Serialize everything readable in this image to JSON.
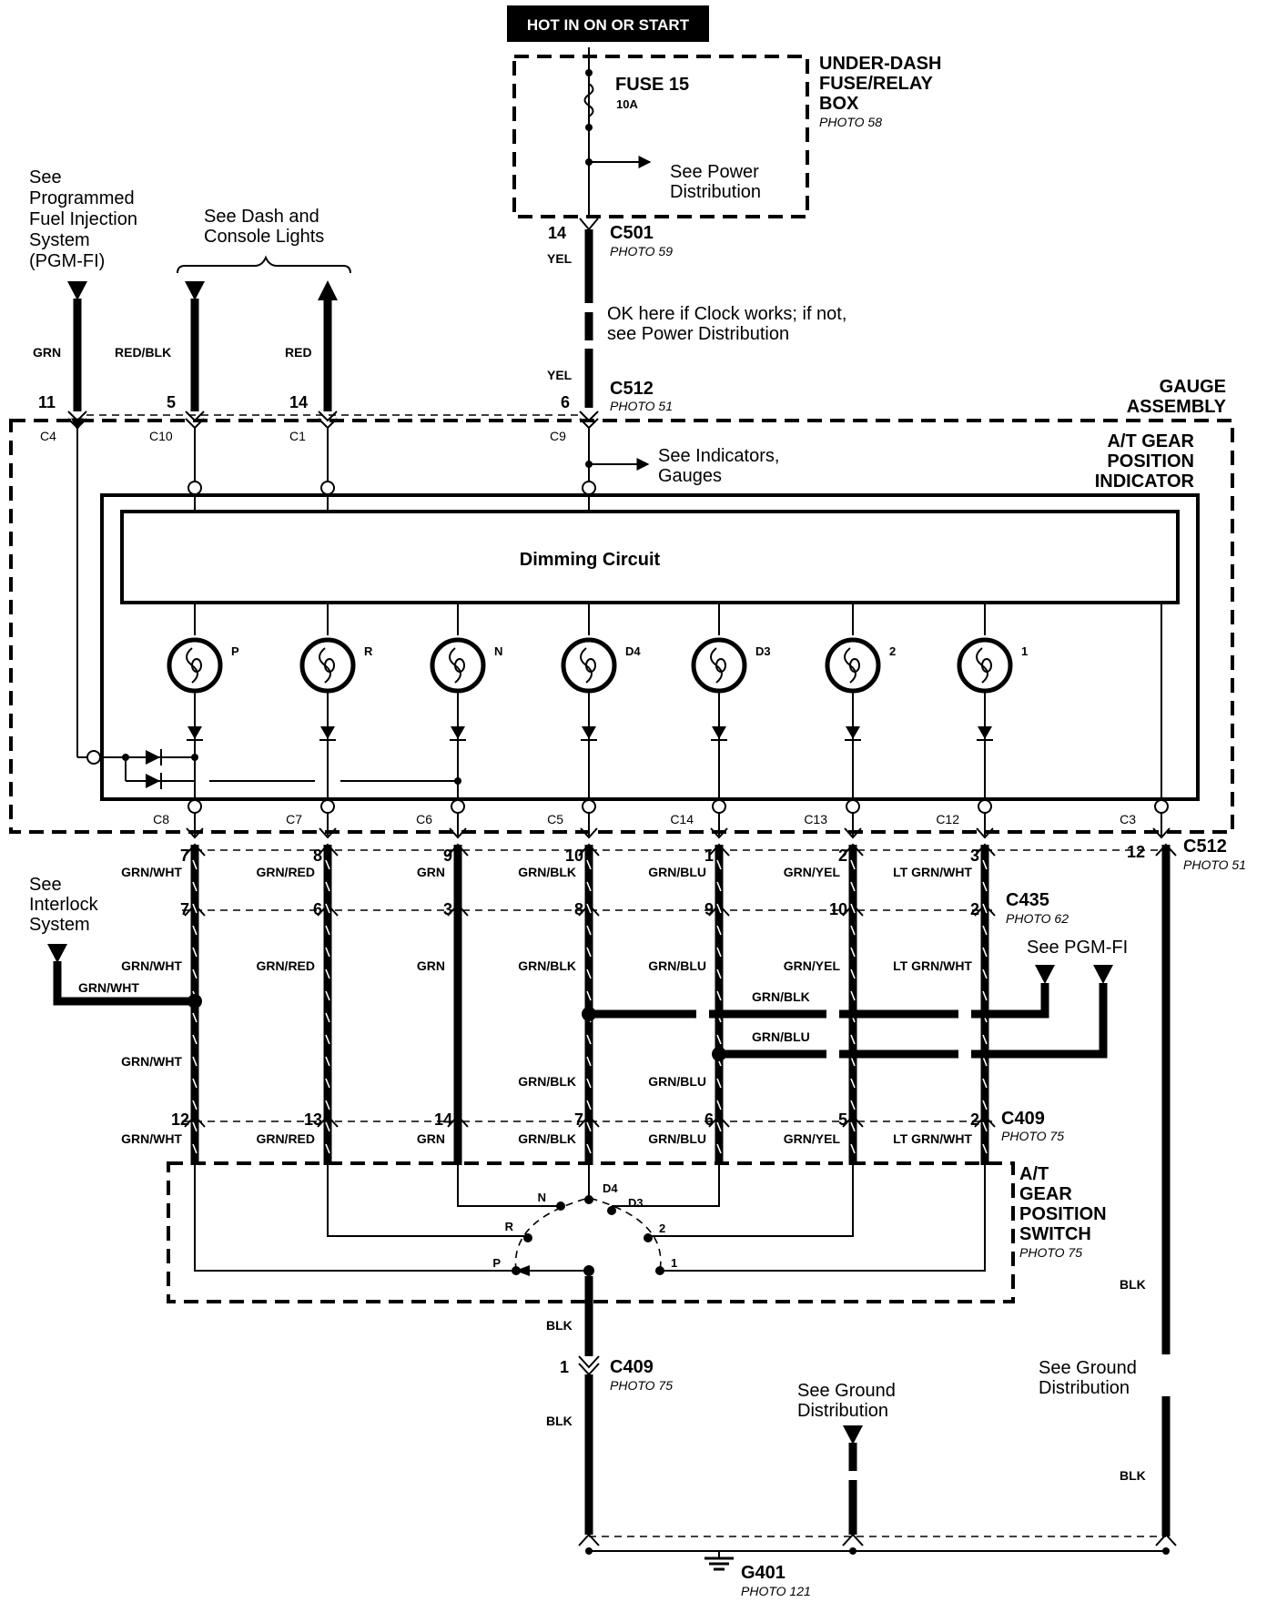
{
  "header": {
    "power_label": "HOT IN ON OR START"
  },
  "fuse_box": {
    "title_lines": [
      "UNDER-DASH",
      "FUSE/RELAY",
      "BOX"
    ],
    "photo": "PHOTO 58",
    "fuse_name": "FUSE 15",
    "fuse_rating": "10A",
    "ref_lines": [
      "See Power",
      "Distribution"
    ]
  },
  "c501": {
    "name": "C501",
    "photo": "PHOTO 59",
    "pin": "14",
    "wire": "YEL"
  },
  "clock_note": [
    "OK here if Clock works; if not,",
    "see Power Distribution"
  ],
  "c512_top": {
    "name": "C512",
    "photo": "PHOTO 51",
    "pin": "6",
    "wire": "YEL"
  },
  "pgmfi_ref": [
    "See",
    "Programmed",
    "Fuel Injection",
    "System",
    "(PGM-FI)"
  ],
  "dash_ref": [
    "See Dash and",
    "Console Lights"
  ],
  "top_wires": [
    {
      "color": "GRN",
      "pin": "11",
      "conn": "C4"
    },
    {
      "color": "RED/BLK",
      "pin": "5",
      "conn": "C10"
    },
    {
      "color": "RED",
      "pin": "14",
      "conn": "C1"
    }
  ],
  "c9": "C9",
  "gauge_assembly": [
    "GAUGE",
    "ASSEMBLY"
  ],
  "indicator_title": [
    "A/T GEAR",
    "POSITION",
    "INDICATOR"
  ],
  "indicators_ref": [
    "See Indicators,",
    "Gauges"
  ],
  "dimming_circuit": "Dimming Circuit",
  "bulbs": [
    "P",
    "R",
    "N",
    "D4",
    "D3",
    "2",
    "1"
  ],
  "bottom_conns": [
    "C8",
    "C7",
    "C6",
    "C5",
    "C14",
    "C13",
    "C12",
    "C3"
  ],
  "c512_pins": [
    "7",
    "8",
    "9",
    "10",
    "1",
    "2",
    "3"
  ],
  "c512_bottom": {
    "name": "C512",
    "photo": "PHOTO 51",
    "pin": "12"
  },
  "wire_colors": [
    "GRN/WHT",
    "GRN/RED",
    "GRN",
    "GRN/BLK",
    "GRN/BLU",
    "GRN/YEL",
    "LT GRN/WHT"
  ],
  "c435": {
    "name": "C435",
    "photo": "PHOTO 62",
    "pins": [
      "7",
      "6",
      "3",
      "8",
      "9",
      "10",
      "2"
    ]
  },
  "interlock_ref": [
    "See",
    "Interlock",
    "System"
  ],
  "pgmfi_short": "See PGM-FI",
  "branch_wires": {
    "blk_branch": "GRN/BLK",
    "blu_branch": "GRN/BLU",
    "interlock": "GRN/WHT"
  },
  "c409": {
    "name": "C409",
    "photo": "PHOTO 75",
    "pins": [
      "12",
      "13",
      "14",
      "7",
      "6",
      "5",
      "2"
    ]
  },
  "switch": {
    "title_lines": [
      "A/T",
      "GEAR",
      "POSITION",
      "SWITCH"
    ],
    "photo": "PHOTO 75",
    "positions": [
      "P",
      "R",
      "N",
      "D4",
      "D3",
      "2",
      "1"
    ]
  },
  "ground_wire": "BLK",
  "c409_bottom": {
    "name": "C409",
    "photo": "PHOTO 75",
    "pin": "1"
  },
  "ground_ref": [
    "See Ground",
    "Distribution"
  ],
  "g401": {
    "name": "G401",
    "photo": "PHOTO 121"
  }
}
